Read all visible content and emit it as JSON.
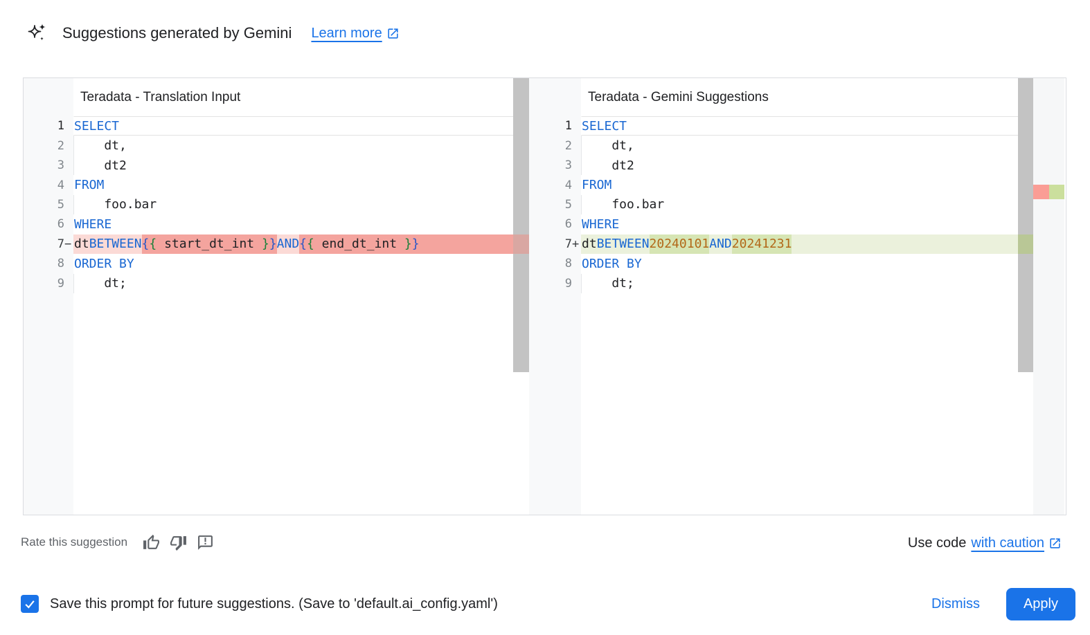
{
  "header": {
    "title": "Suggestions generated by Gemini",
    "learn_more_label": "Learn more",
    "icon": "gemini-sparkle-icon"
  },
  "diff": {
    "left": {
      "title": "Teradata - Translation Input",
      "lines": [
        {
          "num": "1",
          "active": true,
          "tokens": [
            {
              "t": "SELECT",
              "c": "kw"
            }
          ]
        },
        {
          "num": "2",
          "guide": true,
          "tokens": [
            {
              "t": "    dt,",
              "c": "pl"
            }
          ]
        },
        {
          "num": "3",
          "guide": true,
          "tokens": [
            {
              "t": "    dt2",
              "c": "pl"
            }
          ]
        },
        {
          "num": "4",
          "tokens": [
            {
              "t": "FROM",
              "c": "kw"
            }
          ]
        },
        {
          "num": "5",
          "guide": true,
          "tokens": [
            {
              "t": "    foo.bar",
              "c": "pl"
            }
          ]
        },
        {
          "num": "6",
          "tokens": [
            {
              "t": "WHERE",
              "c": "kw"
            }
          ]
        },
        {
          "num": "7",
          "sign": "−",
          "diff": "removed",
          "trail": true,
          "tokens": [
            {
              "t": "    ",
              "c": "pl"
            },
            {
              "t": "dt",
              "c": "pl"
            },
            {
              "t": " ",
              "c": "pl"
            },
            {
              "t": "BETWEEN",
              "c": "kw"
            },
            {
              "t": " ",
              "c": "pl"
            },
            {
              "t": "{",
              "c": "bb",
              "h": 1
            },
            {
              "t": "{",
              "c": "bg",
              "h": 1
            },
            {
              "t": " start_dt_int ",
              "c": "pl",
              "h": 1
            },
            {
              "t": "}",
              "c": "bg",
              "h": 1
            },
            {
              "t": "}",
              "c": "bb",
              "h": 1
            },
            {
              "t": " ",
              "c": "pl"
            },
            {
              "t": "AND",
              "c": "kw"
            },
            {
              "t": " ",
              "c": "pl"
            },
            {
              "t": "{",
              "c": "bb",
              "h": 1
            },
            {
              "t": "{",
              "c": "bg",
              "h": 1
            },
            {
              "t": " end_dt_int ",
              "c": "pl",
              "h": 1
            },
            {
              "t": "}",
              "c": "bg",
              "h": 1
            },
            {
              "t": "}",
              "c": "bb",
              "h": 1
            }
          ]
        },
        {
          "num": "8",
          "tokens": [
            {
              "t": "ORDER BY",
              "c": "kw"
            }
          ]
        },
        {
          "num": "9",
          "guide": true,
          "tokens": [
            {
              "t": "    dt;",
              "c": "pl"
            }
          ]
        }
      ]
    },
    "right": {
      "title": "Teradata - Gemini Suggestions",
      "lines": [
        {
          "num": "1",
          "active": true,
          "tokens": [
            {
              "t": "SELECT",
              "c": "kw"
            }
          ]
        },
        {
          "num": "2",
          "guide": true,
          "tokens": [
            {
              "t": "    dt,",
              "c": "pl"
            }
          ]
        },
        {
          "num": "3",
          "guide": true,
          "tokens": [
            {
              "t": "    dt2",
              "c": "pl"
            }
          ]
        },
        {
          "num": "4",
          "tokens": [
            {
              "t": "FROM",
              "c": "kw"
            }
          ]
        },
        {
          "num": "5",
          "guide": true,
          "tokens": [
            {
              "t": "    foo.bar",
              "c": "pl"
            }
          ]
        },
        {
          "num": "6",
          "tokens": [
            {
              "t": "WHERE",
              "c": "kw"
            }
          ]
        },
        {
          "num": "7",
          "sign": "+",
          "diff": "added",
          "tokens": [
            {
              "t": "    ",
              "c": "pl"
            },
            {
              "t": "dt",
              "c": "pl"
            },
            {
              "t": " ",
              "c": "pl"
            },
            {
              "t": "BETWEEN",
              "c": "kw"
            },
            {
              "t": " ",
              "c": "pl"
            },
            {
              "t": "20240101",
              "c": "nu",
              "h": 1
            },
            {
              "t": " ",
              "c": "pl"
            },
            {
              "t": "AND",
              "c": "kw"
            },
            {
              "t": " ",
              "c": "pl"
            },
            {
              "t": "20241231",
              "c": "nu",
              "h": 1
            }
          ]
        },
        {
          "num": "8",
          "tokens": [
            {
              "t": "ORDER BY",
              "c": "kw"
            }
          ]
        },
        {
          "num": "9",
          "guide": true,
          "tokens": [
            {
              "t": "    dt;",
              "c": "pl"
            }
          ]
        }
      ]
    }
  },
  "footer": {
    "rate_label": "Rate this suggestion",
    "rate_icons": [
      "thumb-up-icon",
      "thumb-down-icon",
      "feedback-icon"
    ],
    "use_code_prefix": "Use code",
    "use_code_link": "with caution"
  },
  "bottom_bar": {
    "checkbox_checked": true,
    "save_label": "Save this prompt for future suggestions. (Save to 'default.ai_config.yaml')",
    "dismiss_label": "Dismiss",
    "apply_label": "Apply"
  },
  "colors": {
    "accent_blue": "#1a73e8",
    "keyword_blue": "#1967d2",
    "number_orange": "#b26818",
    "brace_blue": "#2a56c6",
    "brace_green": "#188038",
    "removed_line_bg": "#fbdad6",
    "removed_word_bg": "#f4a49e",
    "added_line_bg": "#ebf1dc",
    "added_word_bg": "#d6e5b4",
    "overview_removed_marker": "#fa9d95",
    "overview_added_marker": "#cbdf9d",
    "scrollbar_gray": "#c3c3c3"
  }
}
